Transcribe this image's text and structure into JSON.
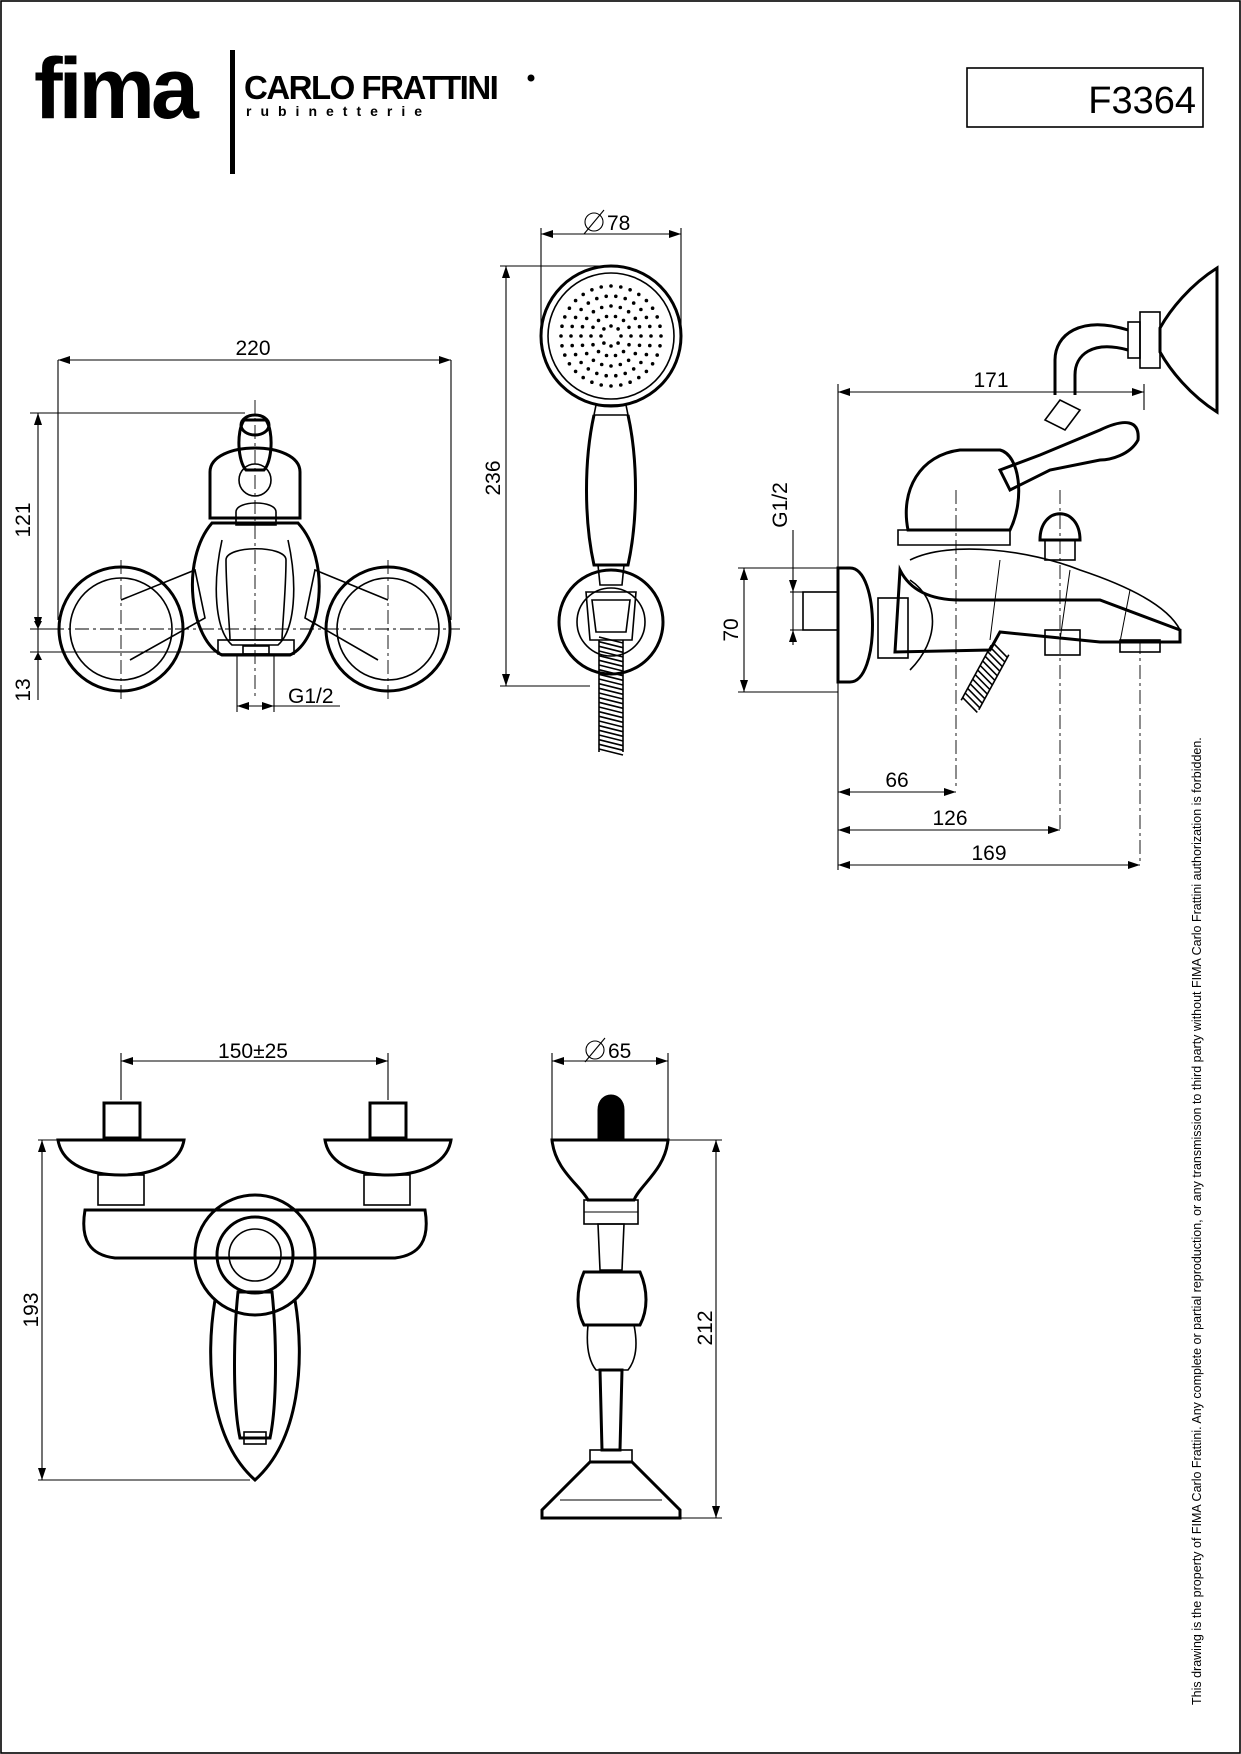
{
  "brand": {
    "logo_main": "fima",
    "logo_secondary": "CARLO FRATTINI",
    "logo_tagline": "rubinetterie"
  },
  "code": "F3364",
  "dimensions": {
    "front_width": "220",
    "front_height": "121",
    "front_offset": "13",
    "front_thread": "G1/2",
    "hand_shower_diameter": "78",
    "hand_shower_length": "236",
    "side_depth_top": "171",
    "side_thread": "G1/2",
    "side_height": "70",
    "side_depth_a": "66",
    "side_depth_b": "126",
    "side_depth_c": "169",
    "top_centres": "150±25",
    "top_depth": "193",
    "holder_diameter": "65",
    "holder_height": "212"
  },
  "diameter_symbol": "∅",
  "disclaimer": "This drawing is the property of FIMA Carlo Frattini. Any complete or partial reproduction, or any transmission to third party without FIMA Carlo Frattini authorization is forbidden."
}
